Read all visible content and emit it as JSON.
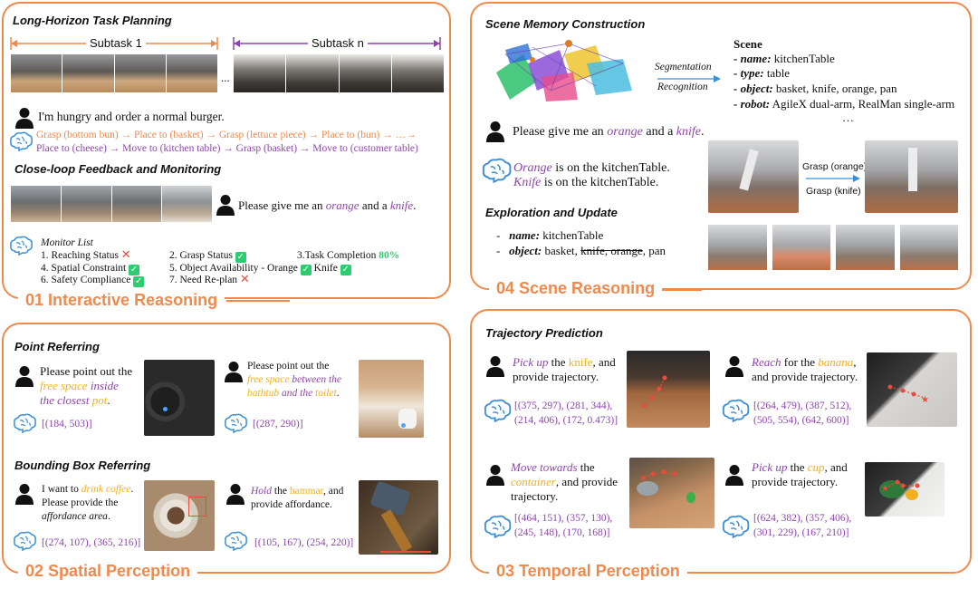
{
  "colors": {
    "accent": "#ee8a4c",
    "purple": "#8e44ad",
    "yellow": "#f2b021",
    "check": "#2ecc71",
    "cross": "#e74c3c"
  },
  "panel1": {
    "title": "01 Interactive Reasoning",
    "section_a": "Long-Horizon Task Planning",
    "subtask1": "Subtask 1",
    "subtaskn": "Subtask n",
    "ellipsis": "...",
    "user_msg": "I'm hungry and order a normal burger.",
    "plan_orange": "Grasp (bottom bun) → Place to (basket) → Grasp (lettuce piece) → Place to (bun) → …→",
    "plan_purple": "Place to (cheese) → Move to (kitchen table) → Grasp (basket) → Move to (customer table)",
    "section_b": "Close-loop Feedback and Monitoring",
    "fb_pre": "Please give me an ",
    "fb_obj1": "orange",
    "fb_mid": " and a ",
    "fb_obj2": "knife",
    "fb_post": ".",
    "monitor_title": "Monitor List",
    "m1": "1. Reaching Status",
    "m2": "2. Grasp Status",
    "m3": "3.Task Completion",
    "m3_val": "80%",
    "m4": "4. Spatial Constraint",
    "m5": "5. Object Availability - Orange",
    "m5b": "Knife",
    "m6": "6. Safety Compliance",
    "m7": "7. Need Re-plan"
  },
  "panel2": {
    "title": "02 Spatial Perception",
    "section_a": "Point Referring",
    "q1_a": "Please point out the",
    "q1_b": "free space",
    "q1_c": "inside",
    "q1_d": "the closest",
    "q1_e": "pot",
    "q1_f": ".",
    "a1": "[(184, 503)]",
    "q2_a": "Please point out the",
    "q2_b": "free space",
    "q2_c": "between the",
    "q2_d": "bathtub",
    "q2_e": "and the",
    "q2_f": "toilet",
    "q2_g": ".",
    "a2": "[(287, 290)]",
    "section_b": "Bounding Box Referring",
    "q3_a": "I want to",
    "q3_b": "drink coffee",
    "q3_c": ".",
    "q3_d": "Please provide the",
    "q3_e": "affordance area",
    "q3_f": ".",
    "a3": "[(274, 107), (365, 216)]",
    "q4_a": "Hold",
    "q4_b": " the ",
    "q4_c": "hammar",
    "q4_d": ", and",
    "q4_e": "provide affordance.",
    "a4": "[(105, 167), (254, 220)]"
  },
  "panel3": {
    "title": "03 Temporal Perception",
    "section": "Trajectory Prediction",
    "t1_a": "Pick up",
    "t1_b": " the ",
    "t1_c": "knife",
    "t1_d": ", and",
    "t1_e": "provide trajectory.",
    "a1_l1": "[(375, 297), (281, 344),",
    "a1_l2": "(214, 406), (172, 0.473)]",
    "t2_a": "Reach",
    "t2_b": " for the ",
    "t2_c": "banana",
    "t2_d": ",",
    "t2_e": "and provide trajectory.",
    "a2_l1": "[(264, 479), (387, 512),",
    "a2_l2": "(505, 554), (642, 600)]",
    "t3_a": "Move towards",
    "t3_b": " the",
    "t3_c": "container",
    "t3_d": ", and provide",
    "t3_e": "trajectory.",
    "a3_l1": "[(464, 151), (357, 130),",
    "a3_l2": "(245, 148), (170, 168)]",
    "t4_a": "Pick up",
    "t4_b": " the ",
    "t4_c": "cup",
    "t4_d": ", and",
    "t4_e": "provide trajectory.",
    "a4_l1": "[(624, 382), (357, 406),",
    "a4_l2": "(301, 229), (167, 210)]"
  },
  "panel4": {
    "title": "04 Scene Reasoning",
    "section_a": "Scene Memory Construction",
    "seg": "Segmentation",
    "rec": "Recognition",
    "scene_title": "Scene",
    "name_k": "- name:",
    "name_v": " kitchenTable",
    "type_k": "- type:",
    "type_v": " table",
    "object_k": "- object:",
    "object_v": " basket, knife, orange, pan",
    "robot_k": "- robot:",
    "robot_v": " AgileX dual-arm, RealMan single-arm",
    "dots": "…",
    "q_pre": "Please give me an ",
    "q_o1": "orange",
    "q_mid": " and a ",
    "q_o2": "knife",
    "q_post": ".",
    "r1_a": "Orange",
    "r1_b": " is on the kitchenTable.",
    "r2_a": "Knife",
    "r2_b": " is on the kitchenTable.",
    "section_b": "Exploration and Update",
    "ex_name_k": "name:",
    "ex_name_v": " kitchenTable",
    "ex_obj_k": "object:",
    "ex_obj_v1": " basket, ",
    "ex_obj_s1": "knife, orange",
    "ex_obj_v2": ", pan",
    "dash": "-",
    "grasp1": "Grasp (orange)",
    "grasp2": "Grasp (knife)"
  }
}
